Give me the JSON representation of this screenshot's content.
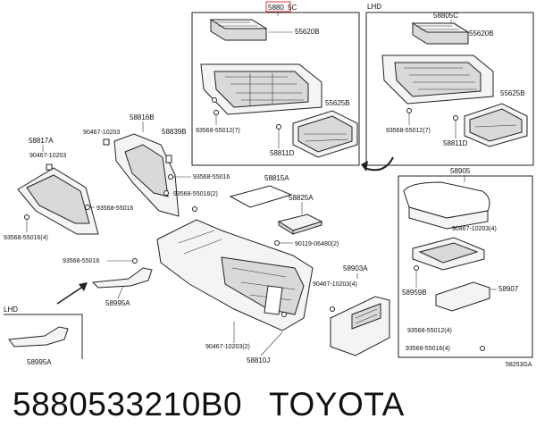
{
  "diagram": {
    "labels": {
      "top_part_highlight": "5880",
      "top_part_suffix": "5C",
      "lhd_tag_right": "LHD",
      "lhd_tag_left": "LHD",
      "p_58805C": "58805C",
      "p_55620B_a": "55620B",
      "p_55620B_b": "55620B",
      "p_55625B_a": "55625B",
      "p_55625B_b": "55625B",
      "p_93568_55012_a": "93568-55012(7)",
      "p_93568_55012_b": "93568-55012(7)",
      "p_58811D_a": "58811D",
      "p_58811D_b": "58811D",
      "p_58816B": "58816B",
      "p_90467_10203_a": "90467-10203",
      "p_58839B": "58839B",
      "p_58817A": "58817A",
      "p_90467_10203_b": "90467-10203",
      "p_93568_55016_a": "93568-55016",
      "p_93568_55016_b": "93568-55016(2)",
      "p_93568_55016_c": "93568-55016",
      "p_93568_55016_d": "93568-55016(4)",
      "p_58815A": "58815A",
      "p_58825A": "58825A",
      "p_90119_06480": "90119-06480(2)",
      "p_93568_55016_e": "93568-55016",
      "p_58995A_a": "58995A",
      "p_58995A_b": "58995A",
      "p_58903A": "58903A",
      "p_90467_10203_c": "90467-10203(4)",
      "p_90467_10203_d": "90467-10203(2)",
      "p_58810J": "58810J",
      "p_58905": "58905",
      "p_90467_10203_e": "90467-10203(4)",
      "p_58907": "58907",
      "p_58959B": "58959B",
      "p_93568_55012_c": "93568-55012(4)",
      "p_93568_55016_f": "93568-55016(4)",
      "figure_code": "58253GA"
    }
  },
  "caption": {
    "part_number": "5880533210B0",
    "brand": "TOYOTA"
  },
  "colors": {
    "highlight_box": "#e23b3b",
    "line": "#222222"
  }
}
